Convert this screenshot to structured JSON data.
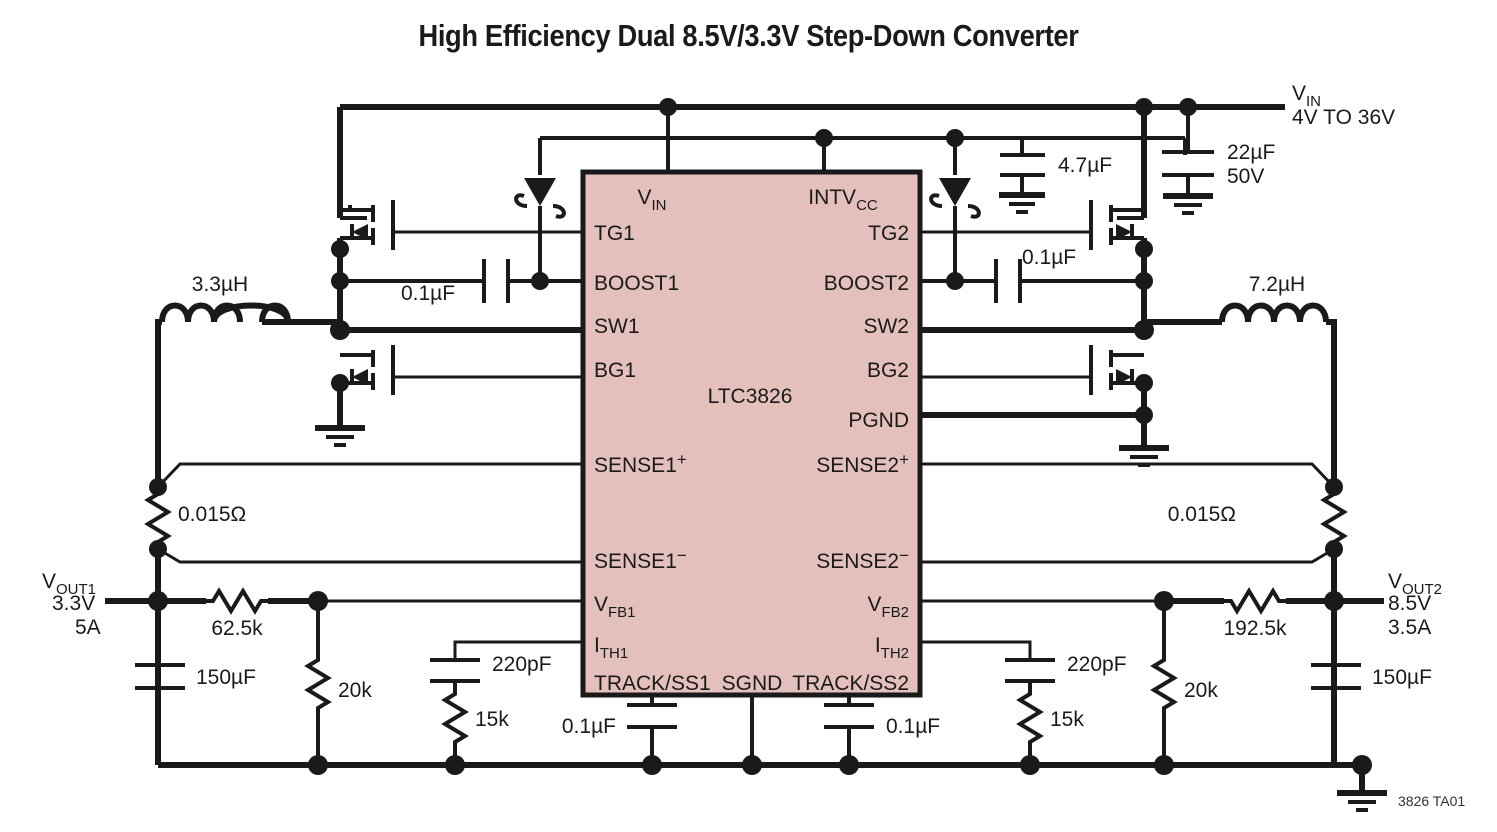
{
  "title": "High Efficiency Dual 8.5V/3.3V Step-Down Converter",
  "ic": {
    "part_number": "LTC3826",
    "fill_color": "#e3c0bb",
    "pins_left": [
      {
        "name": "VIN",
        "base": "V",
        "sub": "IN"
      },
      {
        "name": "TG1",
        "base": "TG1",
        "sub": ""
      },
      {
        "name": "BOOST1",
        "base": "BOOST1",
        "sub": ""
      },
      {
        "name": "SW1",
        "base": "SW1",
        "sub": ""
      },
      {
        "name": "BG1",
        "base": "BG1",
        "sub": ""
      },
      {
        "name": "SENSE1+",
        "base": "SENSE1",
        "sup": "+"
      },
      {
        "name": "SENSE1-",
        "base": "SENSE1",
        "sup": "−"
      },
      {
        "name": "VFB1",
        "base": "V",
        "sub": "FB1"
      },
      {
        "name": "ITH1",
        "base": "I",
        "sub": "TH1"
      },
      {
        "name": "TRACK/SS1",
        "base": "TRACK/SS1",
        "sub": ""
      }
    ],
    "pins_right": [
      {
        "name": "INTVCC",
        "base": "INTV",
        "sub": "CC"
      },
      {
        "name": "TG2",
        "base": "TG2",
        "sub": ""
      },
      {
        "name": "BOOST2",
        "base": "BOOST2",
        "sub": ""
      },
      {
        "name": "SW2",
        "base": "SW2",
        "sub": ""
      },
      {
        "name": "BG2",
        "base": "BG2",
        "sub": ""
      },
      {
        "name": "PGND",
        "base": "PGND",
        "sub": ""
      },
      {
        "name": "SENSE2+",
        "base": "SENSE2",
        "sup": "+"
      },
      {
        "name": "SENSE2-",
        "base": "SENSE2",
        "sup": "−"
      },
      {
        "name": "VFB2",
        "base": "V",
        "sub": "FB2"
      },
      {
        "name": "ITH2",
        "base": "I",
        "sub": "TH2"
      },
      {
        "name": "TRACK/SS2",
        "base": "TRACK/SS2",
        "sub": ""
      }
    ],
    "pin_bottom_center": "SGND"
  },
  "labels": {
    "vin_name": "V",
    "vin_sub": "IN",
    "vin_range": "4V TO 36V",
    "cin_22uf": "22µF",
    "cin_50v": "50V",
    "c_intvcc": "4.7µF",
    "boost_cap_left": "0.1µF",
    "boost_cap_right": "0.1µF",
    "inductor_left": "3.3µH",
    "inductor_right": "7.2µH",
    "rsense_left": "0.015Ω",
    "rsense_right": "0.015Ω",
    "vout1_name": "V",
    "vout1_sub": "OUT1",
    "vout1_voltage": "3.3V",
    "vout1_current": "5A",
    "vout2_name": "V",
    "vout2_sub": "OUT2",
    "vout2_voltage": "8.5V",
    "vout2_current": "3.5A",
    "rfb_top_left": "62.5k",
    "rfb_top_right": "192.5k",
    "rfb_bot_left": "20k",
    "rfb_bot_right": "20k",
    "cout_left": "150µF",
    "cout_right": "150µF",
    "cc_left": "220pF",
    "cc_right": "220pF",
    "rc_left": "15k",
    "rc_right": "15k",
    "css_left": "0.1µF",
    "css_right": "0.1µF",
    "part_code": "3826 TA01"
  }
}
